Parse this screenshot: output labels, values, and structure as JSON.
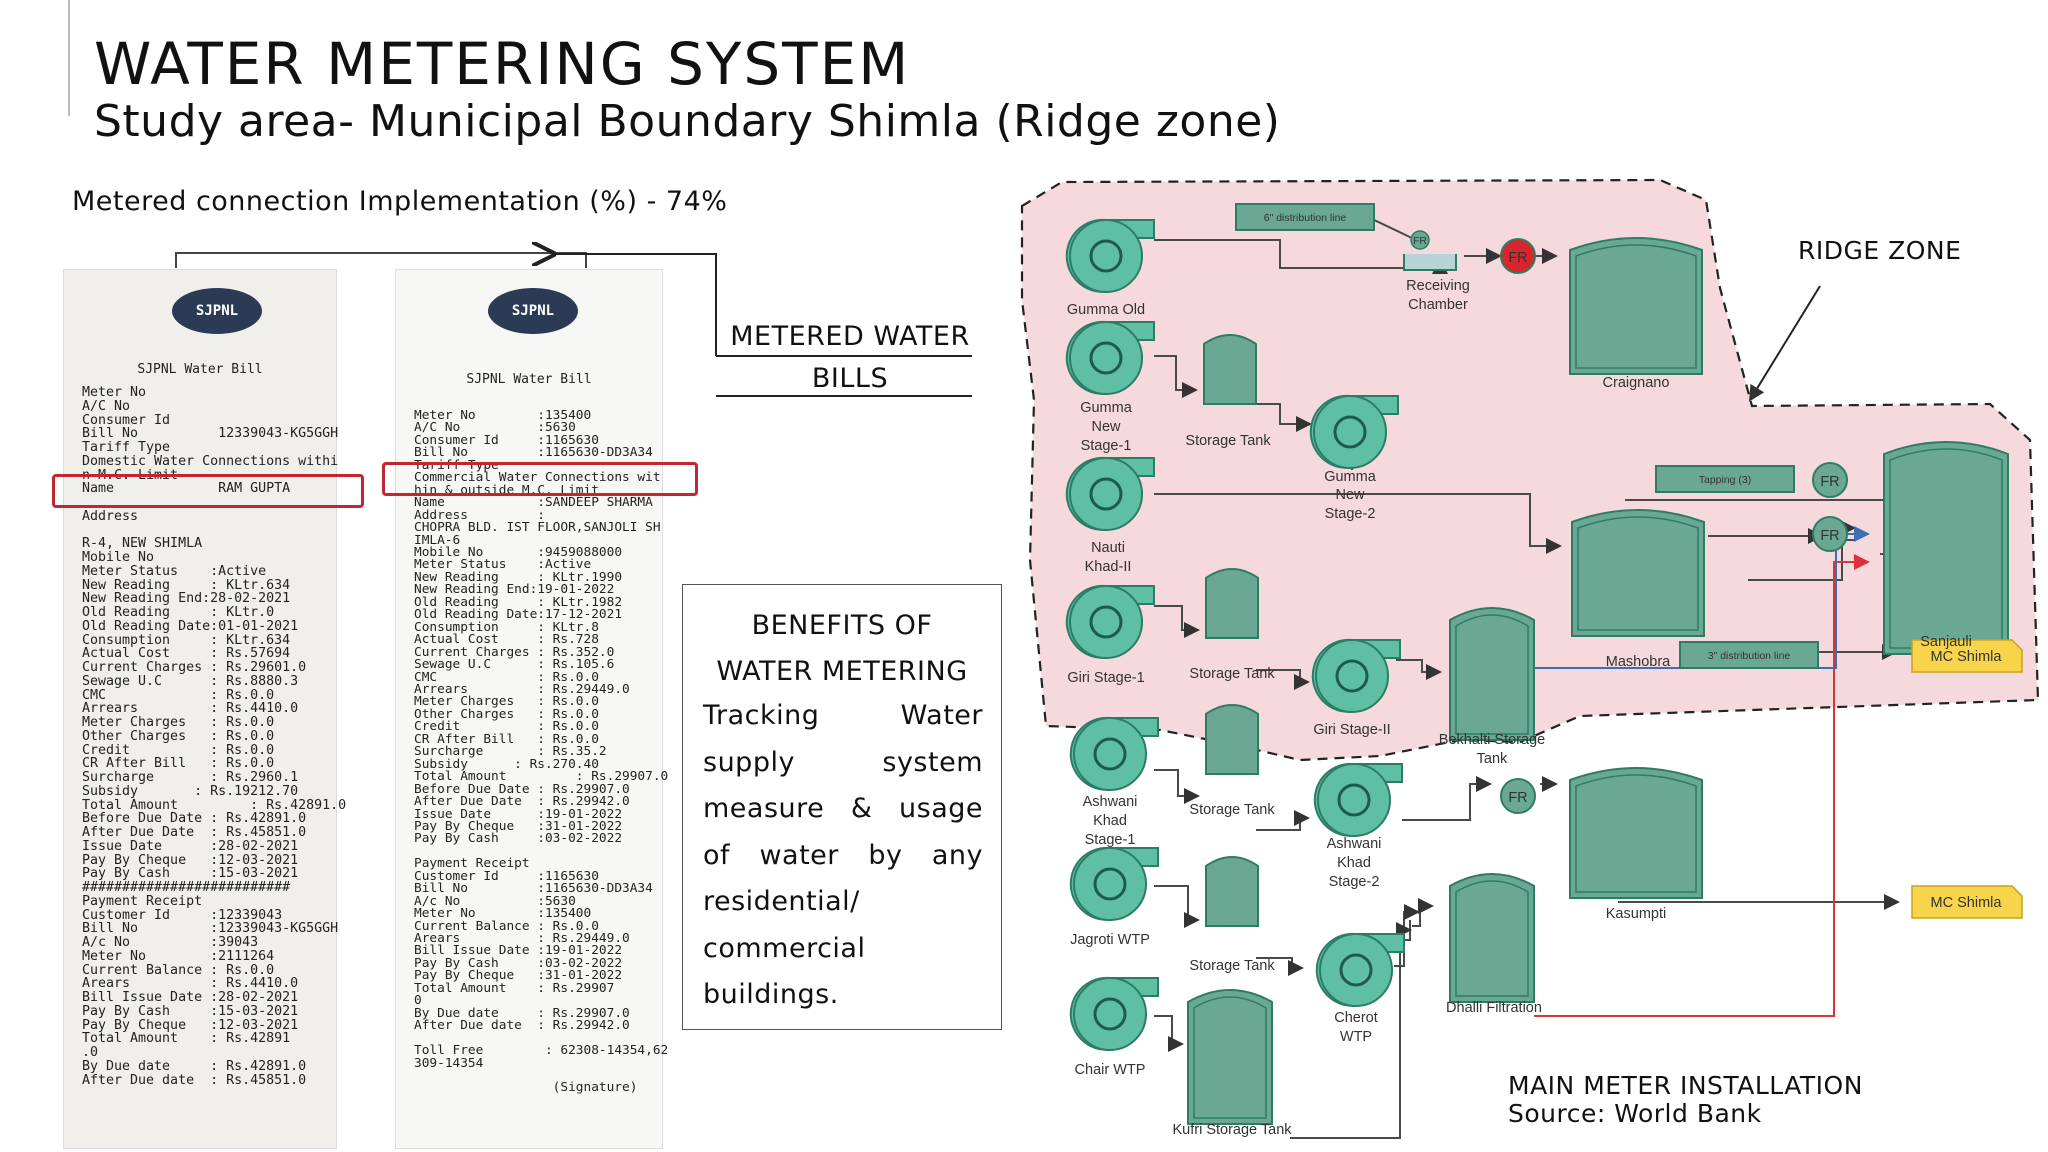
{
  "slide": {
    "title": "WATER METERING SYSTEM",
    "subtitle": "Study area- Municipal Boundary Shimla (Ridge zone)",
    "metered_impl": "Metered connection Implementation (%) - 74%",
    "metered_bills_label": [
      "METERED WATER",
      "BILLS"
    ],
    "benefits_title": [
      "BENEFITS OF",
      "WATER METERING"
    ],
    "benefits_body": "Tracking Water supply system measure & usage of water by any residential/ commercial buildings.",
    "ridge_zone_label": "RIDGE ZONE",
    "main_meter_label": "MAIN METER INSTALLATION",
    "source_label": "Source: World Bank"
  },
  "receipt_1": {
    "logo": "SJPNL",
    "header": "SJPNL Water Bill",
    "lines": "Meter No\nA/C No\nConsumer Id\nBill No          12339043-KG5GGH\nTariff Type\nDomestic Water Connections withi\nn M.C. Limit\nName             RAM GUPTA\n\nAddress\n\nR-4, NEW SHIMLA\nMobile No\nMeter Status    :Active\nNew Reading     : KLtr.634\nNew Reading End:28-02-2021\nOld Reading     : KLtr.0\nOld Reading Date:01-01-2021\nConsumption     : KLtr.634\nActual Cost     : Rs.57694\nCurrent Charges : Rs.29601.0\nSewage U.C      : Rs.8880.3\nCMC             : Rs.0.0\nArrears         : Rs.4410.0\nMeter Charges   : Rs.0.0\nOther Charges   : Rs.0.0\nCredit          : Rs.0.0\nCR After Bill   : Rs.0.0\nSurcharge       : Rs.2960.1\nSubsidy       : Rs.19212.70\nTotal Amount         : Rs.42891.0\nBefore Due Date : Rs.42891.0\nAfter Due Date  : Rs.45851.0\nIssue Date      :28-02-2021\nPay By Cheque   :12-03-2021\nPay By Cash     :15-03-2021\n##########################\nPayment Receipt\nCustomer Id     :12339043\nBill No         :12339043-KG5GGH\nA/c No          :39043\nMeter No        :2111264\nCurrent Balance : Rs.0.0\nArears          : Rs.4410.0\nBill Issue Date :28-02-2021\nPay By Cash     :15-03-2021\nPay By Cheque   :12-03-2021\nTotal Amount    : Rs.42891\n.0\nBy Due date     : Rs.42891.0\nAfter Due date  : Rs.45851.0"
  },
  "receipt_2": {
    "logo": "SJPNL",
    "header": "SJPNL Water Bill",
    "lines": "Meter No        :135400\nA/C No          :5630\nConsumer Id     :1165630\nBill No         :1165630-DD3A34\nTariff Type\nCommercial Water Connections wit\nhin & outside M.C. Limit\nName            :SANDEEP SHARMA\nAddress         :\nCHOPRA BLD. IST FLOOR,SANJOLI SH\nIMLA-6\nMobile No       :9459088000\nMeter Status    :Active\nNew Reading     : KLtr.1990\nNew Reading End:19-01-2022\nOld Reading     : KLtr.1982\nOld Reading Date:17-12-2021\nConsumption     : KLtr.8\nActual Cost     : Rs.728\nCurrent Charges : Rs.352.0\nSewage U.C      : Rs.105.6\nCMC             : Rs.0.0\nArrears         : Rs.29449.0\nMeter Charges   : Rs.0.0\nOther Charges   : Rs.0.0\nCredit          : Rs.0.0\nCR After Bill   : Rs.0.0\nSurcharge       : Rs.35.2\nSubsidy      : Rs.270.40\nTotal Amount         : Rs.29907.0\nBefore Due Date : Rs.29907.0\nAfter Due Date  : Rs.29942.0\nIssue Date      :19-01-2022\nPay By Cheque   :31-01-2022\nPay By Cash     :03-02-2022\n\nPayment Receipt\nCustomer Id     :1165630\nBill No         :1165630-DD3A34\nA/c No          :5630\nMeter No        :135400\nCurrent Balance : Rs.0.0\nArears          : Rs.29449.0\nBill Issue Date :19-01-2022\nPay By Cash     :03-02-2022\nPay By Cheque   :31-01-2022\nTotal Amount    : Rs.29907\n0\nBy Due date     : Rs.29907.0\nAfter Due date  : Rs.29942.0\n\nToll Free        : 62308-14354,62\n309-14354\n\n                  (Signature)"
  },
  "diagram": {
    "colors": {
      "zone_fill": "#f5d9dc",
      "node_fill": "#5fbfa3",
      "node_stroke": "#2c7c66",
      "tank_fill": "#6aa894",
      "box_fill": "#6aa894",
      "mc_fill": "#f7d44a",
      "red_line": "#d9343a",
      "blue_line": "#3b6fb6",
      "fr_red": "#d8262e"
    },
    "pumps": [
      "Gumma Old",
      "Gumma New Stage-1",
      "Gumma New Stage-2",
      "Nauti Khad-II",
      "Giri Stage-1",
      "Giri Stage-II",
      "Ashwani Khad Stage-1",
      "Ashwani Khad Stage-2",
      "Jagroti WTP",
      "Cherot WTP",
      "Chair WTP"
    ],
    "labels": {
      "gumma_old": "Gumma Old",
      "gumma_new_1": [
        "Gumma",
        "New",
        "Stage-1"
      ],
      "gumma_new_2": [
        "Gumma",
        "New",
        "Stage-2"
      ],
      "nauti": [
        "Nauti",
        "Khad-II"
      ],
      "giri_1": "Giri Stage-1",
      "giri_2": "Giri Stage-II",
      "ashwani_1": [
        "Ashwani",
        "Khad",
        "Stage-1"
      ],
      "ashwani_2": [
        "Ashwani",
        "Khad",
        "Stage-2"
      ],
      "jagroti": "Jagroti WTP",
      "cherot": [
        "Cherot",
        "WTP"
      ],
      "chair": "Chair WTP",
      "storage_tank": "Storage Tank",
      "receiving": [
        "Receiving",
        "Chamber"
      ],
      "craignano": "Craignano",
      "mashobra": "Mashobra",
      "bekhalti": [
        "Bekhalti Storage",
        "Tank"
      ],
      "kasumpti": "Kasumpti",
      "dhalli": "Dhalli Filtration",
      "kufri": "Kufri Storage Tank",
      "sanjauli": "Sanjauli",
      "dist_6": "6\" distribution line",
      "dist_3": "3\" distribution line",
      "tapping": "Tapping (3)",
      "fr": "FR",
      "mc_shimla": "MC Shimla"
    }
  }
}
